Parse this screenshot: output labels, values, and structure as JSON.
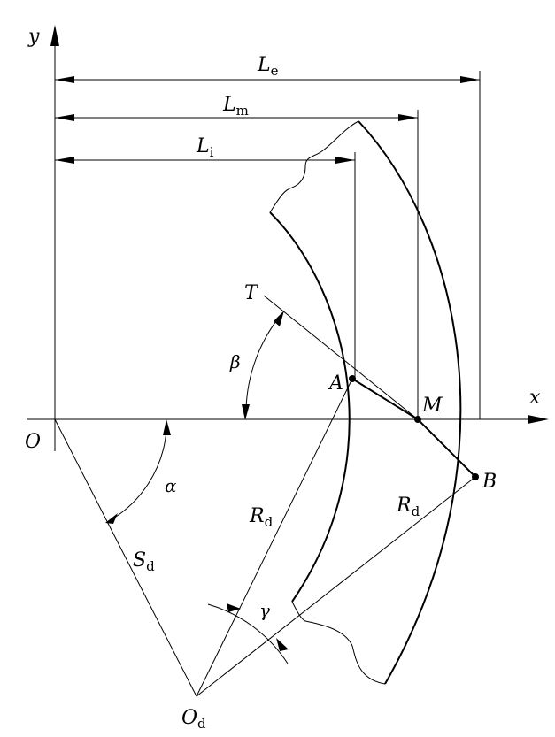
{
  "labels": {
    "y_axis": "y",
    "x_axis": "x",
    "origin": "O",
    "T": "T",
    "A": "A",
    "M": "M",
    "B": "B",
    "beta": "β",
    "alpha": "α",
    "gamma": "γ",
    "L_e": "L",
    "L_e_sub": "e",
    "L_m": "L",
    "L_m_sub": "m",
    "L_i": "L",
    "L_i_sub": "i",
    "R_d1": "R",
    "R_d1_sub": "d",
    "R_d2": "R",
    "R_d2_sub": "d",
    "S_d": "S",
    "S_d_sub": "d",
    "O_d": "O",
    "O_d_sub": "d"
  }
}
